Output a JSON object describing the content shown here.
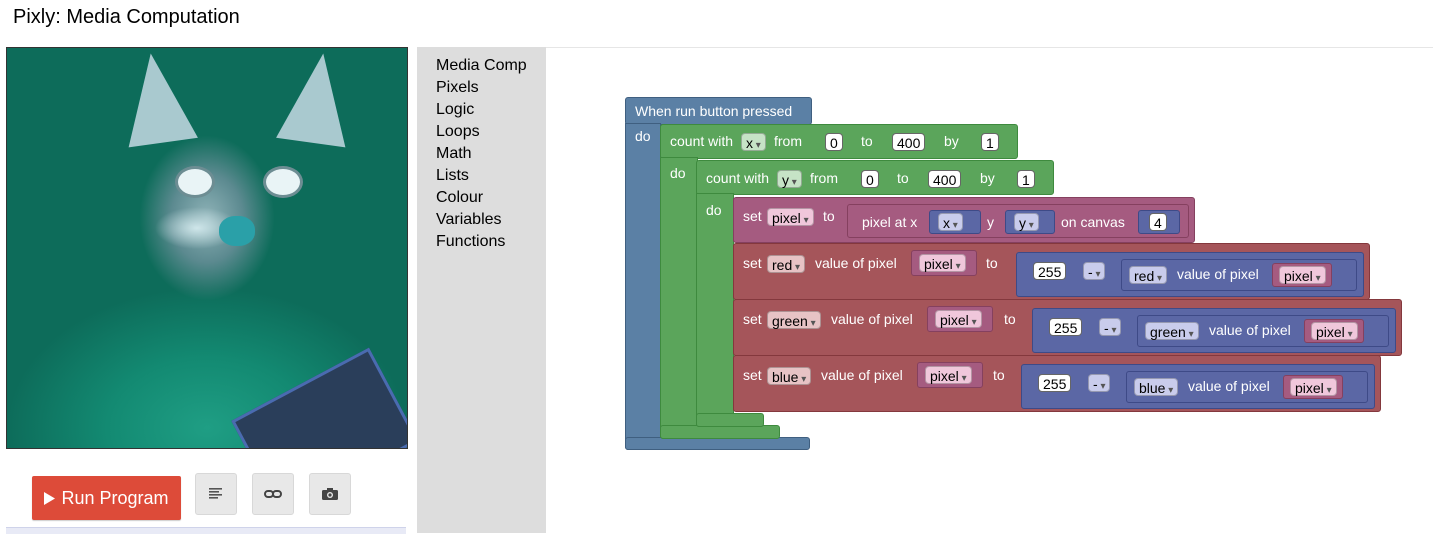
{
  "app": {
    "title": "Pixly: Media Computation"
  },
  "controls": {
    "run_label": "Run Program"
  },
  "toolbox": {
    "categories": [
      "Media Comp",
      "Pixels",
      "Logic",
      "Loops",
      "Math",
      "Lists",
      "Colour",
      "Variables",
      "Functions"
    ]
  },
  "icons": {
    "run": "play-icon",
    "text": "align-left-icon",
    "link": "link-icon",
    "camera": "camera-icon"
  },
  "blocks": {
    "event_label": "When run button pressed",
    "do_label": "do",
    "loop_x": {
      "count_with": "count with",
      "var": "x",
      "from": "from",
      "start": "0",
      "to": "to",
      "end": "400",
      "by": "by",
      "step": "1"
    },
    "loop_y": {
      "count_with": "count with",
      "var": "y",
      "from": "from",
      "start": "0",
      "to": "to",
      "end": "400",
      "by": "by",
      "step": "1"
    },
    "set_pixel": {
      "set": "set",
      "var": "pixel",
      "to": "to",
      "pixel_at_x": "pixel at x",
      "x_var": "x",
      "y_label": "y",
      "y_var": "y",
      "on_canvas": "on canvas",
      "canvas": "4"
    },
    "set_red": {
      "set": "set",
      "channel": "red",
      "value_of_pixel": "value of pixel",
      "pixel": "pixel",
      "to": "to",
      "const": "255",
      "op": "-",
      "inner_channel": "red",
      "inner_value": "value of pixel",
      "inner_pixel": "pixel"
    },
    "set_green": {
      "set": "set",
      "channel": "green",
      "value_of_pixel": "value of pixel",
      "pixel": "pixel",
      "to": "to",
      "const": "255",
      "op": "-",
      "inner_channel": "green",
      "inner_value": "value of pixel",
      "inner_pixel": "pixel"
    },
    "set_blue": {
      "set": "set",
      "channel": "blue",
      "value_of_pixel": "value of pixel",
      "pixel": "pixel",
      "to": "to",
      "const": "255",
      "op": "-",
      "inner_channel": "blue",
      "inner_value": "value of pixel",
      "inner_pixel": "pixel"
    }
  },
  "colors": {
    "run_button": "#dd4b39",
    "event_block": "#5b80a5",
    "loop_block": "#5ba55b",
    "pixel_block": "#a55b80",
    "colour_block": "#a5555a",
    "math_block": "#5b67a5"
  }
}
